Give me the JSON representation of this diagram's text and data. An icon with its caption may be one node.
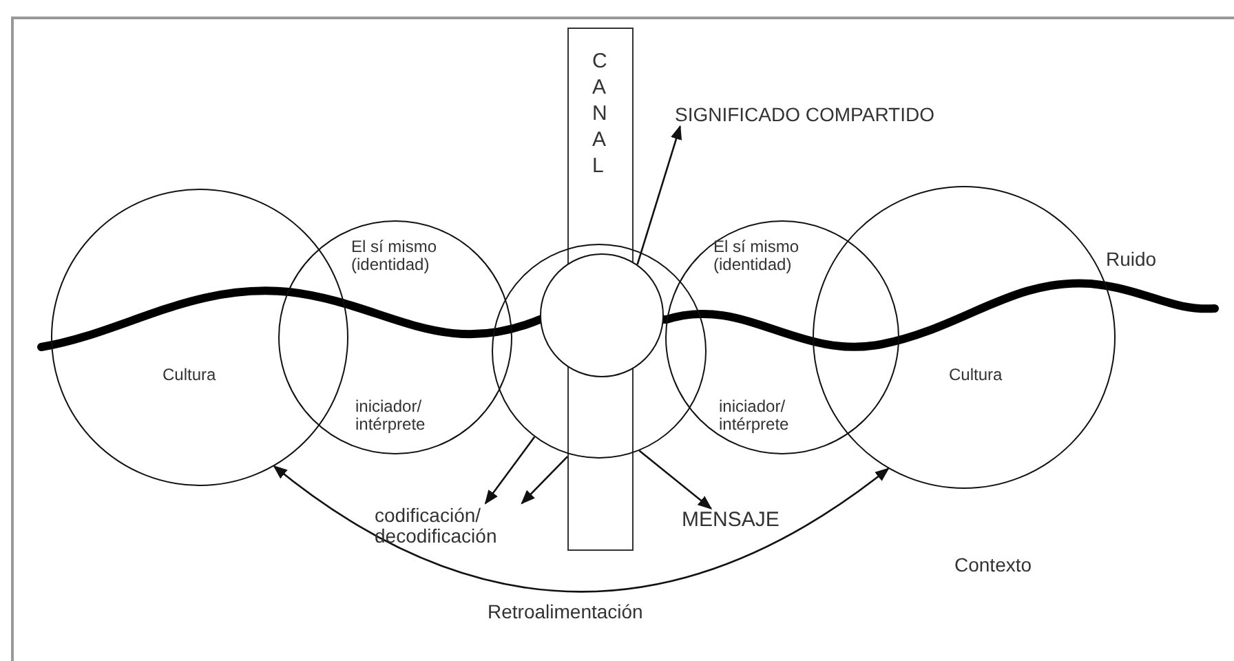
{
  "diagram": {
    "nodes": [
      {
        "text": [
          "Cultura"
        ]
      },
      {
        "text": [
          "El sí mismo (identidad)",
          "iniciador/ intérprete"
        ]
      },
      {
        "text": [
          "CANAL"
        ]
      },
      {
        "text": [],
        "shape": "circle"
      },
      {
        "text": [],
        "shape": "circle",
        "in": 3
      },
      {
        "text": [
          "El sí mismo (identidad)",
          "iniciador/ intérprete"
        ]
      },
      {
        "text": [
          "Cultura"
        ]
      },
      {
        "text": [
          "SIGNIFICADO COMPARTIDO"
        ]
      },
      {
        "text": [
          "codificación/ decodificación"
        ]
      },
      {
        "text": [
          "MENSAJE"
        ]
      }
    ],
    "edges": [
      {
        "from": 4,
        "to": 7,
        "arrow": "to"
      },
      {
        "from": 3,
        "to": 8,
        "arrow": "to"
      },
      {
        "from": 2,
        "to": 8,
        "arrow": "to"
      },
      {
        "from": 3,
        "to": 9,
        "arrow": "to"
      },
      {
        "from": 0,
        "to": 6,
        "arrow": "both",
        "label": "Retroalimentación"
      }
    ],
    "labels": [
      "Ruido",
      "Contexto"
    ]
  }
}
